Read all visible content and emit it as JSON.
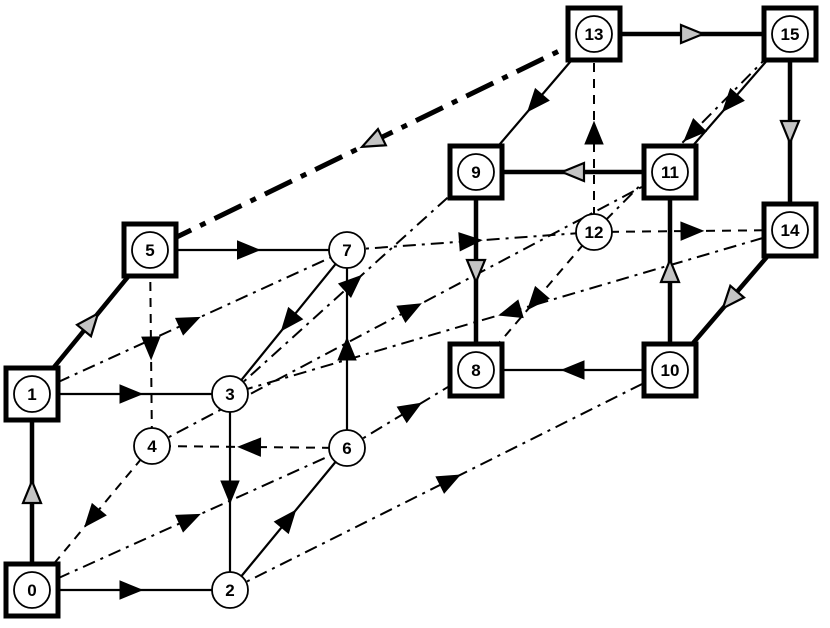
{
  "nodes": [
    {
      "id": "0",
      "label": "0",
      "boxed": true
    },
    {
      "id": "1",
      "label": "1",
      "boxed": true
    },
    {
      "id": "2",
      "label": "2",
      "boxed": false
    },
    {
      "id": "3",
      "label": "3",
      "boxed": false
    },
    {
      "id": "4",
      "label": "4",
      "boxed": false
    },
    {
      "id": "5",
      "label": "5",
      "boxed": true
    },
    {
      "id": "6",
      "label": "6",
      "boxed": false
    },
    {
      "id": "7",
      "label": "7",
      "boxed": false
    },
    {
      "id": "8",
      "label": "8",
      "boxed": true
    },
    {
      "id": "9",
      "label": "9",
      "boxed": true
    },
    {
      "id": "10",
      "label": "10",
      "boxed": true
    },
    {
      "id": "11",
      "label": "11",
      "boxed": true
    },
    {
      "id": "12",
      "label": "12",
      "boxed": false
    },
    {
      "id": "13",
      "label": "13",
      "boxed": true
    },
    {
      "id": "14",
      "label": "14",
      "boxed": true
    },
    {
      "id": "15",
      "label": "15",
      "boxed": true
    }
  ],
  "edges": [
    {
      "from": "0",
      "to": "1",
      "style": "thick",
      "arrow": "gray"
    },
    {
      "from": "1",
      "to": "5",
      "style": "thick",
      "arrow": "gray"
    },
    {
      "from": "9",
      "to": "8",
      "style": "thick",
      "arrow": "gray"
    },
    {
      "from": "10",
      "to": "11",
      "style": "thick",
      "arrow": "gray"
    },
    {
      "from": "13",
      "to": "15",
      "style": "thick",
      "arrow": "gray"
    },
    {
      "from": "15",
      "to": "14",
      "style": "thick",
      "arrow": "gray"
    },
    {
      "from": "14",
      "to": "10",
      "style": "thick",
      "arrow": "gray"
    },
    {
      "from": "11",
      "to": "9",
      "style": "thick",
      "arrow": "gray"
    },
    {
      "from": "13",
      "to": "5",
      "style": "heavy-dashdot",
      "arrow": "gray"
    },
    {
      "from": "0",
      "to": "2",
      "style": "solid",
      "arrow": "black"
    },
    {
      "from": "1",
      "to": "3",
      "style": "solid",
      "arrow": "black"
    },
    {
      "from": "5",
      "to": "7",
      "style": "solid",
      "arrow": "black"
    },
    {
      "from": "3",
      "to": "2",
      "style": "solid",
      "arrow": "black"
    },
    {
      "from": "2",
      "to": "6",
      "style": "solid",
      "arrow": "black"
    },
    {
      "from": "6",
      "to": "7",
      "style": "solid",
      "arrow": "black"
    },
    {
      "from": "7",
      "to": "3",
      "style": "solid",
      "arrow": "black"
    },
    {
      "from": "10",
      "to": "8",
      "style": "solid",
      "arrow": "black"
    },
    {
      "from": "13",
      "to": "9",
      "style": "solid",
      "arrow": "black"
    },
    {
      "from": "15",
      "to": "11",
      "style": "solid",
      "arrow": "black"
    },
    {
      "from": "5",
      "to": "4",
      "style": "dashed",
      "arrow": "black"
    },
    {
      "from": "6",
      "to": "4",
      "style": "dashed",
      "arrow": "black"
    },
    {
      "from": "4",
      "to": "0",
      "style": "dashed",
      "arrow": "black"
    },
    {
      "from": "12",
      "to": "14",
      "style": "dashed",
      "arrow": "black"
    },
    {
      "from": "12",
      "to": "13",
      "style": "dashed",
      "arrow": "black"
    },
    {
      "from": "12",
      "to": "8",
      "style": "dashed",
      "arrow": "black"
    },
    {
      "from": "1",
      "to": "7",
      "style": "dashdot",
      "arrow": "black"
    },
    {
      "from": "0",
      "to": "6",
      "style": "dashdot",
      "arrow": "black"
    },
    {
      "from": "2",
      "to": "10",
      "style": "dashdot",
      "arrow": "black"
    },
    {
      "from": "3",
      "to": "9",
      "style": "dashdot",
      "arrow": "black"
    },
    {
      "from": "6",
      "to": "8",
      "style": "dashdot",
      "arrow": "black"
    },
    {
      "from": "7",
      "to": "12",
      "style": "dashdot",
      "arrow": "black"
    },
    {
      "from": "4",
      "to": "11",
      "style": "dashdot",
      "arrow": "black"
    },
    {
      "from": "15",
      "to": "12",
      "style": "dashdot",
      "arrow": "black"
    },
    {
      "from": "14",
      "to": "3",
      "style": "dashdot",
      "arrow": "black"
    }
  ]
}
